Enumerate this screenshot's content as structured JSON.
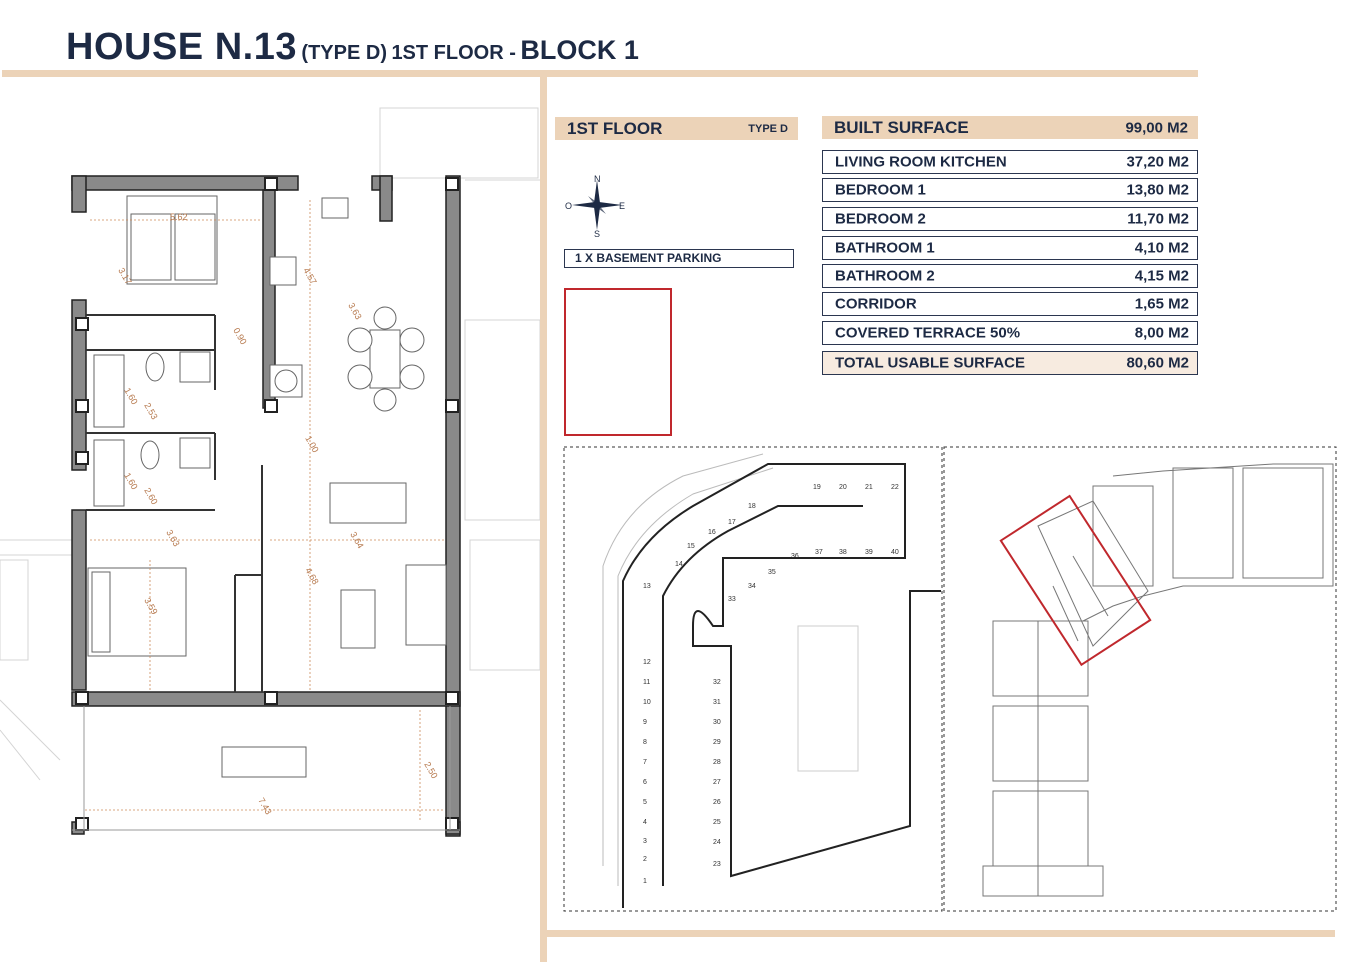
{
  "header": {
    "title_main": "HOUSE N.13",
    "title_type": "(TYPE D)",
    "title_floor": "1ST FLOOR -",
    "title_block": "BLOCK 1"
  },
  "floor_box": {
    "label": "1ST FLOOR",
    "type": "TYPE D",
    "compass": {
      "n": "N",
      "e": "E",
      "s": "S",
      "o": "O"
    },
    "parking": "1 X BASEMENT PARKING"
  },
  "surface": {
    "built_label": "BUILT SURFACE",
    "built_value": "99,00 M2",
    "rows": [
      {
        "label": "LIVING ROOM KITCHEN",
        "value": "37,20 M2"
      },
      {
        "label": "BEDROOM 1",
        "value": "13,80 M2"
      },
      {
        "label": "BEDROOM 2",
        "value": "11,70 M2"
      },
      {
        "label": "BATHROOM 1",
        "value": "4,10 M2"
      },
      {
        "label": "BATHROOM 2",
        "value": "4,15 M2"
      },
      {
        "label": "CORRIDOR",
        "value": "1,65 M2"
      },
      {
        "label": "COVERED TERRACE 50%",
        "value": "8,00 M2"
      }
    ],
    "total_label": "TOTAL USABLE SURFACE",
    "total_value": "80,60 M2"
  },
  "plan_dimensions": [
    "5.62",
    "3.17",
    "4.57",
    "3.63",
    "0.90",
    "1.60",
    "2.53",
    "1.00",
    "1.60",
    "2.60",
    "3.63",
    "3.64",
    "3.59",
    "4.68",
    "2.50",
    "7.43"
  ],
  "parking_spaces": [
    "1",
    "2",
    "3",
    "4",
    "5",
    "6",
    "7",
    "8",
    "9",
    "10",
    "11",
    "12",
    "13",
    "14",
    "15",
    "16",
    "17",
    "18",
    "19",
    "20",
    "21",
    "22",
    "23",
    "24",
    "25",
    "26",
    "27",
    "28",
    "29",
    "30",
    "31",
    "32",
    "33",
    "34",
    "35",
    "36",
    "37",
    "38",
    "39",
    "40"
  ],
  "colors": {
    "accent": "#ecd3b8",
    "navy": "#1d2a44",
    "highlight": "#c0282d"
  }
}
